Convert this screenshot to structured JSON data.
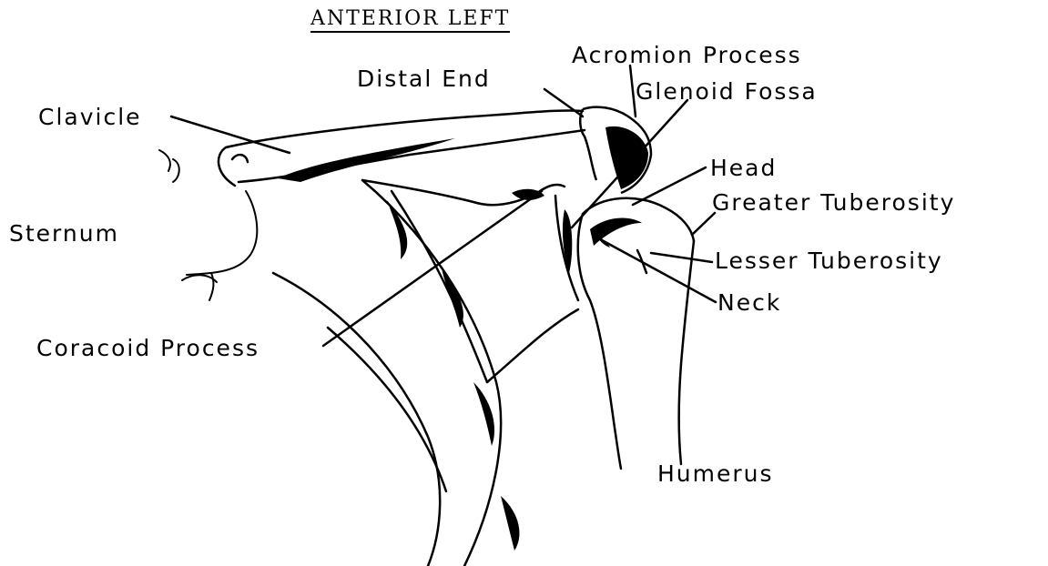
{
  "title": "ANTERIOR LEFT",
  "labels": {
    "acromion_process": "Acromion Process",
    "distal_end": "Distal End",
    "glenoid_fossa": "Glenoid Fossa",
    "clavicle": "Clavicle",
    "head": "Head",
    "greater_tuberosity": "Greater Tuberosity",
    "sternum": "Sternum",
    "lesser_tuberosity": "Lesser Tuberosity",
    "neck": "Neck",
    "coracoid_process": "Coracoid Process",
    "humerus": "Humerus"
  }
}
